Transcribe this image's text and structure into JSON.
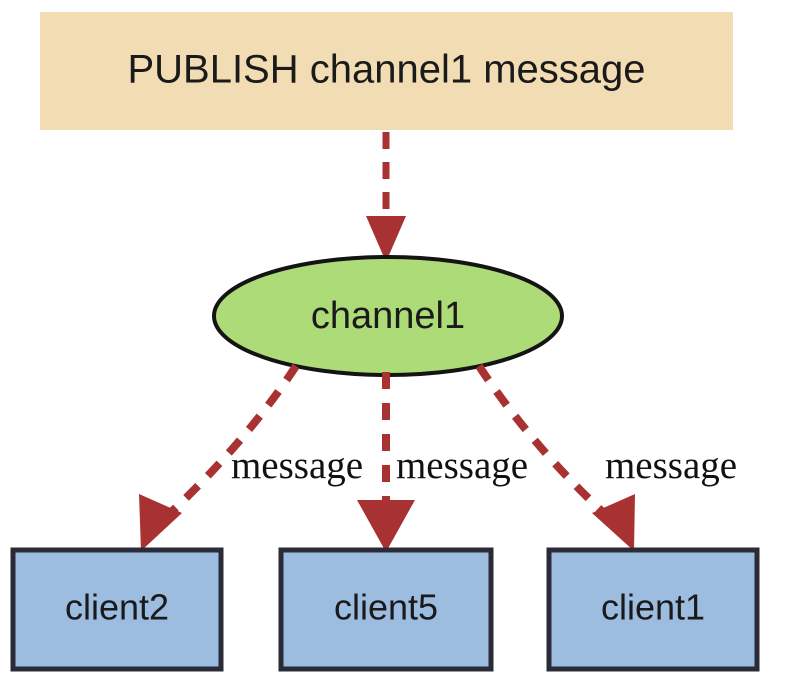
{
  "diagram": {
    "title_banner": {
      "text": "PUBLISH channel1 message",
      "fill_color": "#F2DCB3",
      "text_color": "#1A1A1A"
    },
    "channel_node": {
      "label": "channel1",
      "fill_color": "#ADDB77",
      "stroke_color": "#141414"
    },
    "clients": [
      {
        "label": "client2",
        "edge_label": "message"
      },
      {
        "label": "client5",
        "edge_label": "message"
      },
      {
        "label": "client1",
        "edge_label": "message"
      }
    ],
    "client_style": {
      "fill_color": "#9CBCE0",
      "stroke_color": "#2B2B38"
    },
    "edges": {
      "arrow_color": "#A83232",
      "publish_edge_label": "",
      "dash_pattern": "dashed"
    }
  }
}
